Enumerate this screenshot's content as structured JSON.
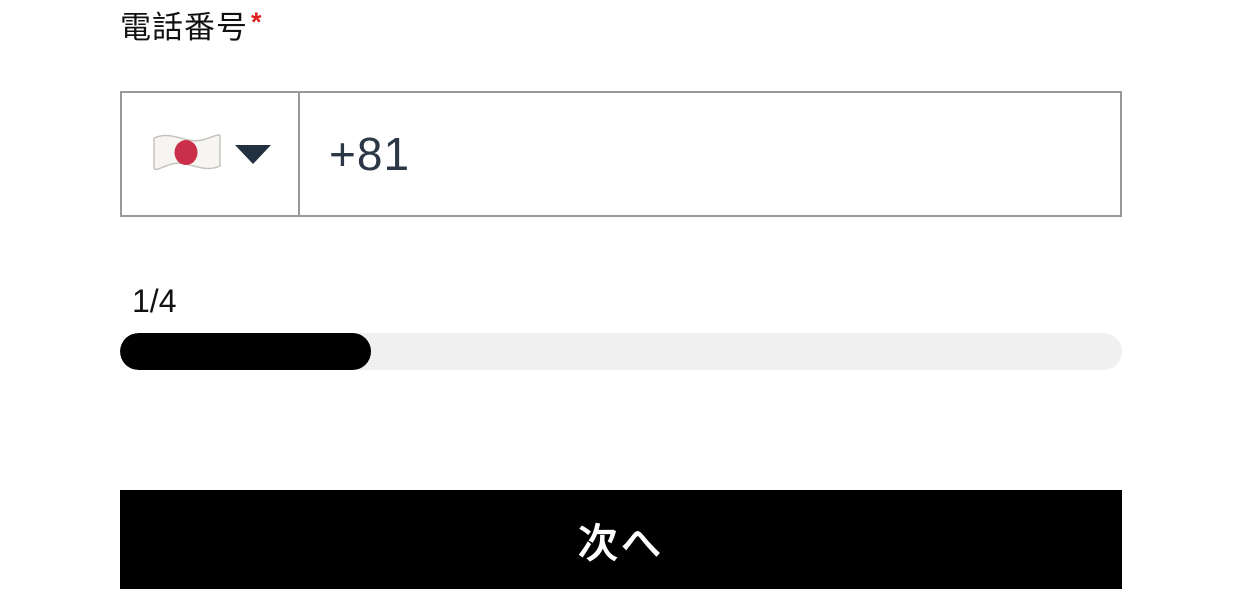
{
  "form": {
    "phone_label": "電話番号",
    "required_marker": "*",
    "country_selector": {
      "flag_icon": "japan-flag",
      "dropdown_icon": "caret-down"
    },
    "phone_input": {
      "value": "+81",
      "placeholder": ""
    }
  },
  "progress": {
    "step_label": "1/4",
    "percent_complete": 25,
    "fill_width": "25%"
  },
  "actions": {
    "next_button_label": "次へ"
  },
  "colors": {
    "text_primary": "#111111",
    "required_red": "#df2020",
    "input_text": "#2c3845",
    "input_border": "#999999",
    "flag_red": "#cb2e48",
    "caret_dark": "#22303f",
    "progress_fill": "#000000",
    "progress_track": "#f0f0f0",
    "button_background": "#000000",
    "button_text": "#ffffff"
  }
}
